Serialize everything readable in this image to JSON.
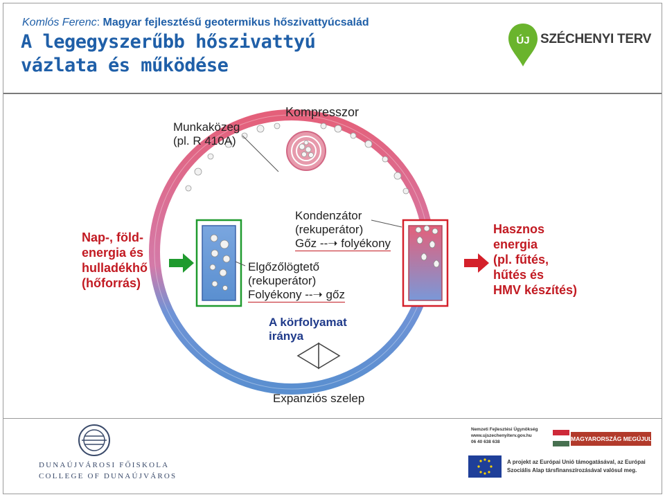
{
  "header": {
    "author": "Komlós Ferenc",
    "author_sep": ":",
    "topic": "Magyar fejlesztésű geotermikus hőszivattyúcsalád",
    "title_line1": "A legegyszerűbb hőszivattyú",
    "title_line2": "vázlata és működése"
  },
  "logo_top": {
    "mark": "ÚJ",
    "name": "SZÉCHENYI TERV"
  },
  "diagram": {
    "fluid_line1": "Munkaközeg",
    "fluid_line2": "(pl. R 410A)",
    "compressor": "Kompresszor",
    "condenser_line1": "Kondenzátor",
    "condenser_line2": "(rekuperátor)",
    "condenser_line3_a": "Gőz",
    "condenser_line3_b": "folyékony",
    "evaporator_line1": "Elgőzőlögtető",
    "evaporator_line2": "(rekuperátor)",
    "evaporator_line3_a": "Folyékony",
    "evaporator_line3_b": "gőz",
    "source_line1": "Nap-, föld-",
    "source_line2": "energia és",
    "source_line3": "hulladékhő",
    "source_line4": "(hőforrás)",
    "useful_line1": "Hasznos",
    "useful_line2": "energia",
    "useful_line3": "(pl. fűtés,",
    "useful_line4": "hűtés és",
    "useful_line5": "HMV készítés)",
    "direction_line1": "A körfolyamat",
    "direction_line2": "iránya",
    "valve": "Expanziós szelep",
    "colors": {
      "hot": "#e4607a",
      "cold": "#5a8fd0",
      "source_box": "#1f9a2e",
      "sink_box": "#d4202a"
    }
  },
  "footer": {
    "college_line1": "DUNAÚJVÁROSI FŐISKOLA",
    "college_line2": "COLLEGE OF DUNAÚJVÁROS",
    "agency_line1": "Nemzeti Fejlesztési Ügynökség",
    "agency_line2": "www.ujszechenyiterv.gov.hu",
    "agency_line3": "06 40 638 638",
    "megujul": "MAGYARORSZÁG MEGÚJUL",
    "eu_line1": "A projekt az Európai Unió támogatásával, az Európai",
    "eu_line2": "Szociális Alap társfinanszírozásával valósul meg."
  }
}
